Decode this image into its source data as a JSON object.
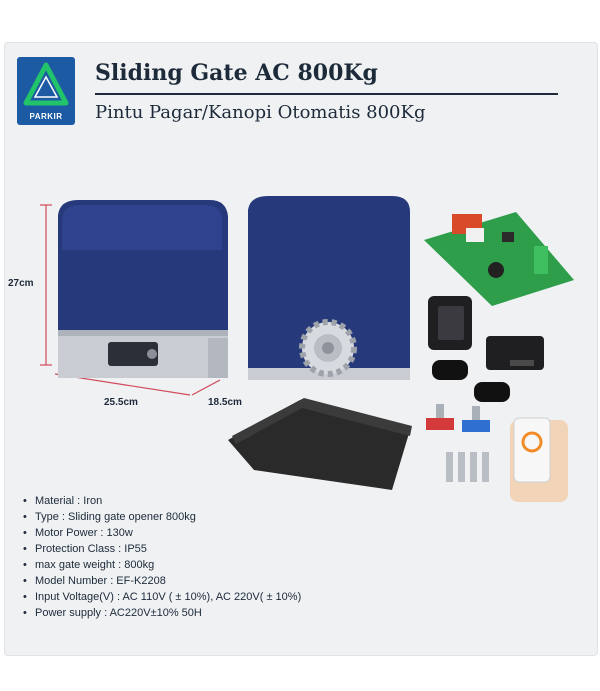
{
  "brand": {
    "logo_text": "PARKIR"
  },
  "header": {
    "title": "Sliding Gate AC 800Kg",
    "subtitle": "Pintu Pagar/Kanopi Otomatis 800Kg"
  },
  "dimensions": {
    "height": "27cm",
    "length": "25.5cm",
    "width": "18.5cm"
  },
  "specs": [
    "Material : Iron",
    "Type : Sliding gate opener 800kg",
    "Motor Power : 130w",
    "Protection Class : IP55",
    "max gate weight : 800kg",
    "Model Number : EF-K2208",
    "Input Voltage(V) : AC 110V ( ± 10%), AC 220V( ± 10%)",
    "Power supply : AC220V±10% 50H"
  ],
  "colors": {
    "motor_housing": "#26397a",
    "logo_bg": "#1c5aa3",
    "logo_accent": "#22c46b",
    "dimension_line": "#d24a5a",
    "board": "#2e9e4a"
  },
  "icons": [
    "parkir-logo-icon",
    "motor-housing-icon",
    "gear-icon",
    "control-board-icon",
    "keypad-icon",
    "remote-icon",
    "receiver-icon",
    "limit-switch-icon",
    "gear-rack-icon",
    "anchor-bolt-icon",
    "smartphone-icon"
  ]
}
